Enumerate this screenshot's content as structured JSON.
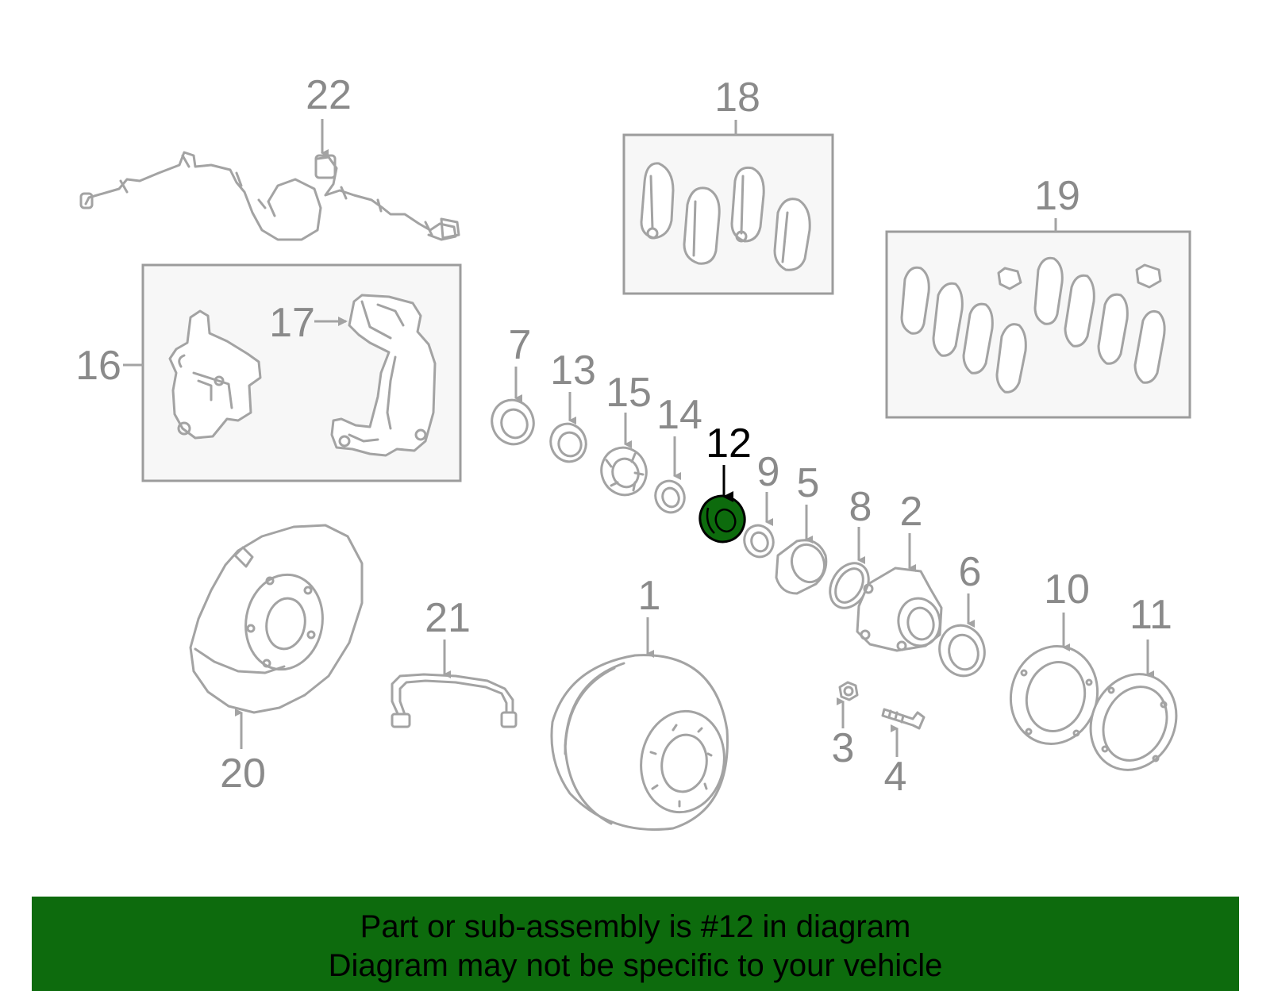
{
  "diagram": {
    "highlight_part": "12",
    "highlight_color": "#0d6b0d",
    "callouts": [
      "1",
      "2",
      "3",
      "4",
      "5",
      "6",
      "7",
      "8",
      "9",
      "10",
      "11",
      "12",
      "13",
      "14",
      "15",
      "16",
      "17",
      "18",
      "19",
      "20",
      "21",
      "22"
    ]
  },
  "caption": {
    "line1": "Part or sub-assembly is #12 in diagram",
    "line2": "Diagram may not be specific to your vehicle"
  }
}
